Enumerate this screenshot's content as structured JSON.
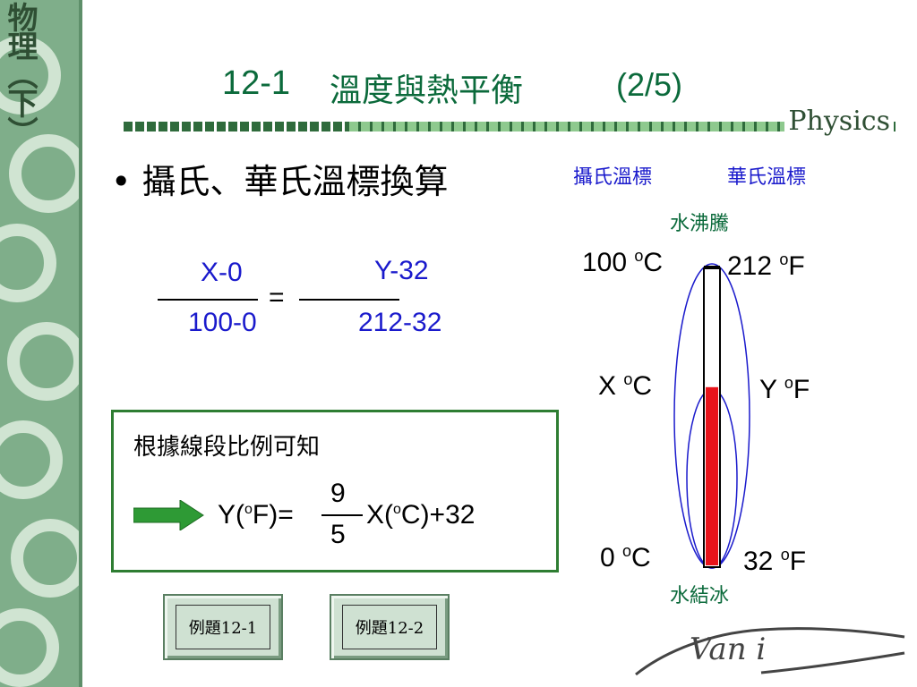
{
  "sidebar": {
    "subject": "物理（下）"
  },
  "header": {
    "section_number": "12-1",
    "section_title": "溫度與熱平衡",
    "page": "(2/5)",
    "brand": "Physics"
  },
  "bullet": {
    "text": "攝氏、華氏溫標換算"
  },
  "equation": {
    "num_left": "X-0",
    "den_left": "100-0",
    "equals": "=",
    "num_right": "Y-32",
    "den_right": "212-32"
  },
  "box": {
    "caption": "根據線段比例可知",
    "formula_left": "Y(",
    "formula_unit_sup": "o",
    "formula_unit_F": "F)=",
    "frac_num": "9",
    "frac_den": "5",
    "formula_right_a": "X(",
    "formula_right_sup": "o",
    "formula_right_b": "C)+32"
  },
  "thermometer": {
    "celsius_scale": "攝氏溫標",
    "fahrenheit_scale": "華氏溫標",
    "boiling": "水沸騰",
    "freezing": "水結冰",
    "c_top": "100 ",
    "c_mid": "X ",
    "c_bot": "0 ",
    "f_top": "212 ",
    "f_mid": "Y ",
    "f_bot": "32 ",
    "deg": "o",
    "C": "C",
    "F": "F",
    "fill_fraction": 0.6,
    "colors": {
      "mercury": "#e8141b",
      "arcs": "#1a1acc"
    }
  },
  "buttons": [
    {
      "label": "例題12-1"
    },
    {
      "label": "例題12-2"
    }
  ],
  "logo": {
    "text": "Van i"
  }
}
